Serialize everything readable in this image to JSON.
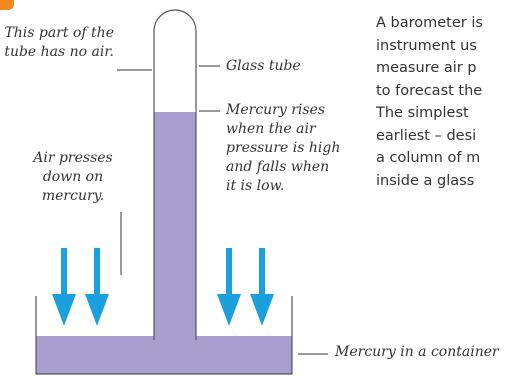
{
  "colors": {
    "mercury": "#a89fcf",
    "mercury_dark": "#8a80b8",
    "tube_outline": "#555555",
    "arrow": "#1aa0dc",
    "accent_tab": "#f08a1c",
    "text": "#333333"
  },
  "labels": {
    "no_air": [
      "This part of  the",
      "tube has no air."
    ],
    "glass_tube": "Glass tube",
    "mercury_rises": [
      "Mercury rises",
      "when the air",
      "pressure is high",
      "and falls when",
      "it is low."
    ],
    "air_presses": [
      "Air presses",
      "down on",
      "mercury."
    ],
    "container": "Mercury in a container"
  },
  "description_lines": [
    "A barometer is",
    "instrument us",
    "measure air p",
    "to forecast the",
    "The simplest",
    "earliest – desi",
    "a column of  m",
    "inside a glass"
  ]
}
